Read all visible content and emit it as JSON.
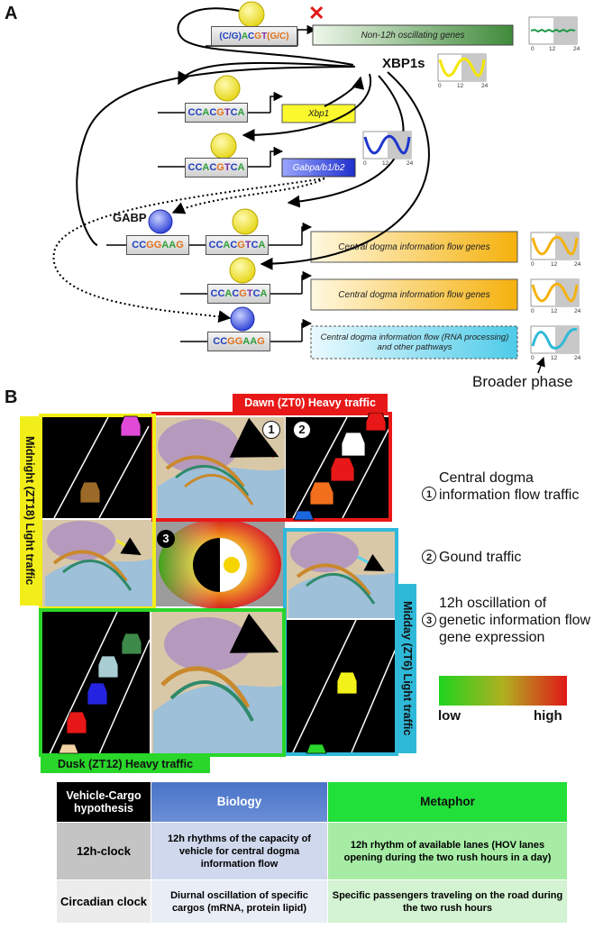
{
  "panel_a": {
    "letter": "A",
    "xbp1s_label": "XBP1s",
    "gabp_label": "GABP",
    "rows": [
      {
        "seq": [
          "(C/G)",
          "A",
          "C",
          "G",
          "T",
          "(G/C)"
        ],
        "gene": "Non-12h oscillating genes"
      },
      {
        "seq": [
          "C",
          "C",
          "A",
          "C",
          "G",
          "T",
          "C",
          "A"
        ],
        "gene": "Xbp1"
      },
      {
        "seq": [
          "C",
          "C",
          "A",
          "C",
          "G",
          "T",
          "C",
          "A"
        ],
        "gene": "Gabpa/b1/b2"
      },
      {
        "seq": [
          "C",
          "C",
          "A",
          "C",
          "G",
          "T",
          "C",
          "A"
        ],
        "seq2": [
          "C",
          "C",
          "G",
          "G",
          "A",
          "A",
          "G"
        ],
        "gene": "Central dogma information flow genes"
      },
      {
        "seq": [
          "C",
          "C",
          "A",
          "C",
          "G",
          "T",
          "C",
          "A"
        ],
        "gene": "Central dogma information flow genes"
      },
      {
        "seq": [
          "C",
          "C",
          "G",
          "G",
          "A",
          "A",
          "G"
        ],
        "gene": "Central dogma information flow (RNA processing) and other pathways"
      }
    ],
    "ticks": [
      "0",
      "12",
      "24"
    ],
    "broader_phase": "Broader phase"
  },
  "panel_b": {
    "letter": "B",
    "dawn": "Dawn (ZT0) Heavy traffic",
    "midnight": "Midnight (ZT18) Light traffic",
    "midday": "Midday (ZT6) Light traffic",
    "dusk": "Dusk (ZT12) Heavy traffic",
    "markers": [
      "1",
      "2",
      "3"
    ],
    "legend": [
      {
        "num": "1",
        "text": "Central dogma information flow traffic"
      },
      {
        "num": "2",
        "text": "Gound traffic"
      },
      {
        "num": "3",
        "text": "12h oscillation of genetic information flow gene expression"
      }
    ],
    "scale_low": "low",
    "scale_high": "high"
  },
  "table": {
    "header": [
      "Vehicle-Cargo hypothesis",
      "Biology",
      "Metaphor"
    ],
    "rows": [
      [
        "12h-clock",
        "12h rhythms of the capacity of vehicle for central dogma information flow",
        "12h rhythm of available lanes (HOV lanes opening during the two rush hours in a day)"
      ],
      [
        "Circadian clock",
        "Diurnal oscillation of specific cargos (mRNA, protein lipid)",
        "Specific passengers traveling on the road during the two rush hours"
      ]
    ]
  },
  "colors": {
    "A": "#2e9e3a",
    "C": "#1f3fbf",
    "G": "#e0701c",
    "T": "#7a2fa0",
    "dawn": "#e81818",
    "midnight": "#f2ee1a",
    "midday": "#2fb9d9",
    "dusk": "#2ad62a",
    "xbp1s": "#f2e93a",
    "gabp": "#4a5fe6"
  }
}
